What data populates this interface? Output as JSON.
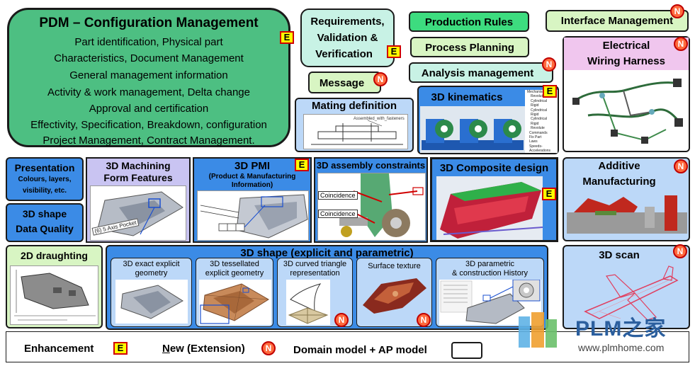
{
  "pdm": {
    "title": "PDM – Configuration Management",
    "lines": [
      "Part identification, Physical part",
      "Characteristics, Document Management",
      "General management information",
      "Activity & work management, Delta change",
      "Approval and certification",
      "Effectivity, Specification, Breakdown, configuration",
      "Project Management, Contract Management."
    ]
  },
  "badges": {
    "enhancement": "E",
    "new": "N"
  },
  "requirements": {
    "lines": [
      "Requirements,",
      "Validation &",
      "Verification"
    ]
  },
  "message": "Message",
  "production_rules": "Production  Rules",
  "process_planning": "Process Planning",
  "analysis_management": "Analysis management",
  "interface_management": "Interface Management",
  "electrical": {
    "lines": [
      "Electrical",
      "Wiring Harness"
    ]
  },
  "mating_definition": {
    "title": "Mating definition",
    "image_label": "Assembled_with_fasteners"
  },
  "kinematics": {
    "title": "3D kinematics",
    "tree_title": "Mechanisms",
    "tree_items": [
      "Revolute",
      "Cylindrical",
      "Rigid",
      "Cylindrical",
      "Rigid",
      "Cylindrical",
      "Rigid",
      "Revolute",
      "Commands",
      "Fix Part",
      "Laws",
      "Speeds-Accelerations"
    ]
  },
  "presentation": {
    "title": "Presentation",
    "sub": [
      "Colours, layers,",
      "visibility, etc."
    ]
  },
  "data_quality": {
    "lines": [
      "3D shape",
      "Data Quality"
    ]
  },
  "machining": {
    "lines": [
      "3D Machining",
      "Form Features"
    ],
    "callout": "(6) 5 Axis Pocket"
  },
  "pmi": {
    "title": "3D PMI",
    "sub": [
      "(Product & Manufacturing",
      "Information)"
    ]
  },
  "assembly_constraints": {
    "title": "3D assembly constraints",
    "labels": [
      "Coincidence",
      "Coincidence"
    ]
  },
  "composite": {
    "title": "3D Composite design"
  },
  "additive": {
    "lines": [
      "Additive",
      "Manufacturing"
    ]
  },
  "draughting": {
    "title": "2D draughting"
  },
  "shape": {
    "title": "3D shape (explicit and parametric)",
    "items": [
      {
        "lines": [
          "3D exact explicit",
          "geometry"
        ]
      },
      {
        "lines": [
          "3D tessellated",
          "explicit geometry"
        ]
      },
      {
        "lines": [
          "3D curved triangle",
          "representation"
        ]
      },
      {
        "lines": [
          "Surface texture"
        ]
      },
      {
        "lines": [
          "3D parametric",
          "& construction History"
        ]
      }
    ]
  },
  "scan": {
    "title": "3D scan"
  },
  "legend": {
    "enhancement": "Enhancement",
    "new_initial": "N",
    "new_rest": "ew (Extension)",
    "domain": "Domain model + AP model"
  },
  "watermark": {
    "brand": "PLM",
    "brand_cn": "之家",
    "url": "www.plmhome.com"
  },
  "colors": {
    "pdm_green": "#4dbf82",
    "green_box": "#3ddc7f",
    "mint_box": "#c8f2e5",
    "light_green": "#d8f5c3",
    "lavender": "#c9c4f2",
    "blue_panel": "#3b8be6",
    "light_blue": "#bcd8f8",
    "badge_yellow": "#ffff00",
    "badge_red": "#ff6a3d"
  }
}
